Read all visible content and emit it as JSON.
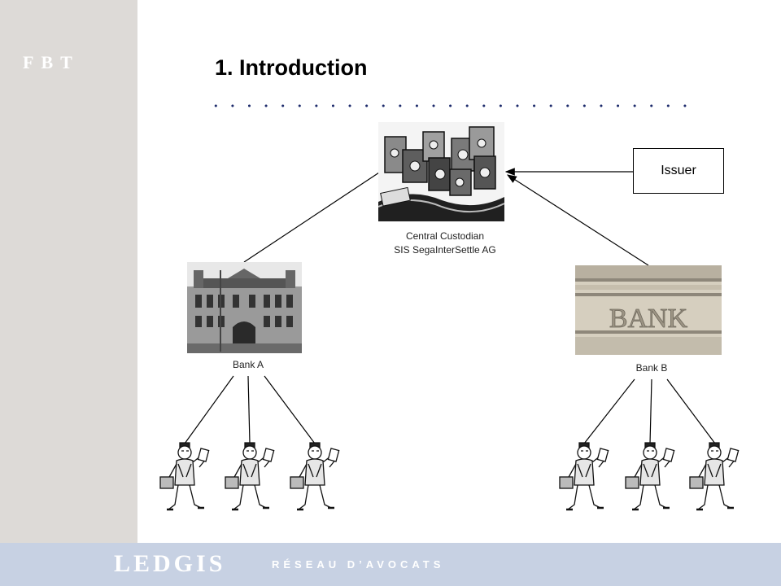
{
  "sidebar": {
    "logo": "FBT"
  },
  "slide": {
    "title": "1.  Introduction"
  },
  "custodian": {
    "caption_line1": "Central Custodian",
    "caption_line2": "SIS SegaInterSettle AG"
  },
  "issuer": {
    "label": "Issuer"
  },
  "bank_a": {
    "caption": "Bank A"
  },
  "bank_b": {
    "caption": "Bank B",
    "sign_text": "BANK"
  },
  "footer": {
    "brand": "LEDGIS",
    "tagline": "RÉSEAU D’AVOCATS"
  },
  "colors": {
    "sidebar": "#dddad7",
    "footer": "#c7d1e3",
    "rule": "#1c2a6b",
    "line": "#000000"
  }
}
